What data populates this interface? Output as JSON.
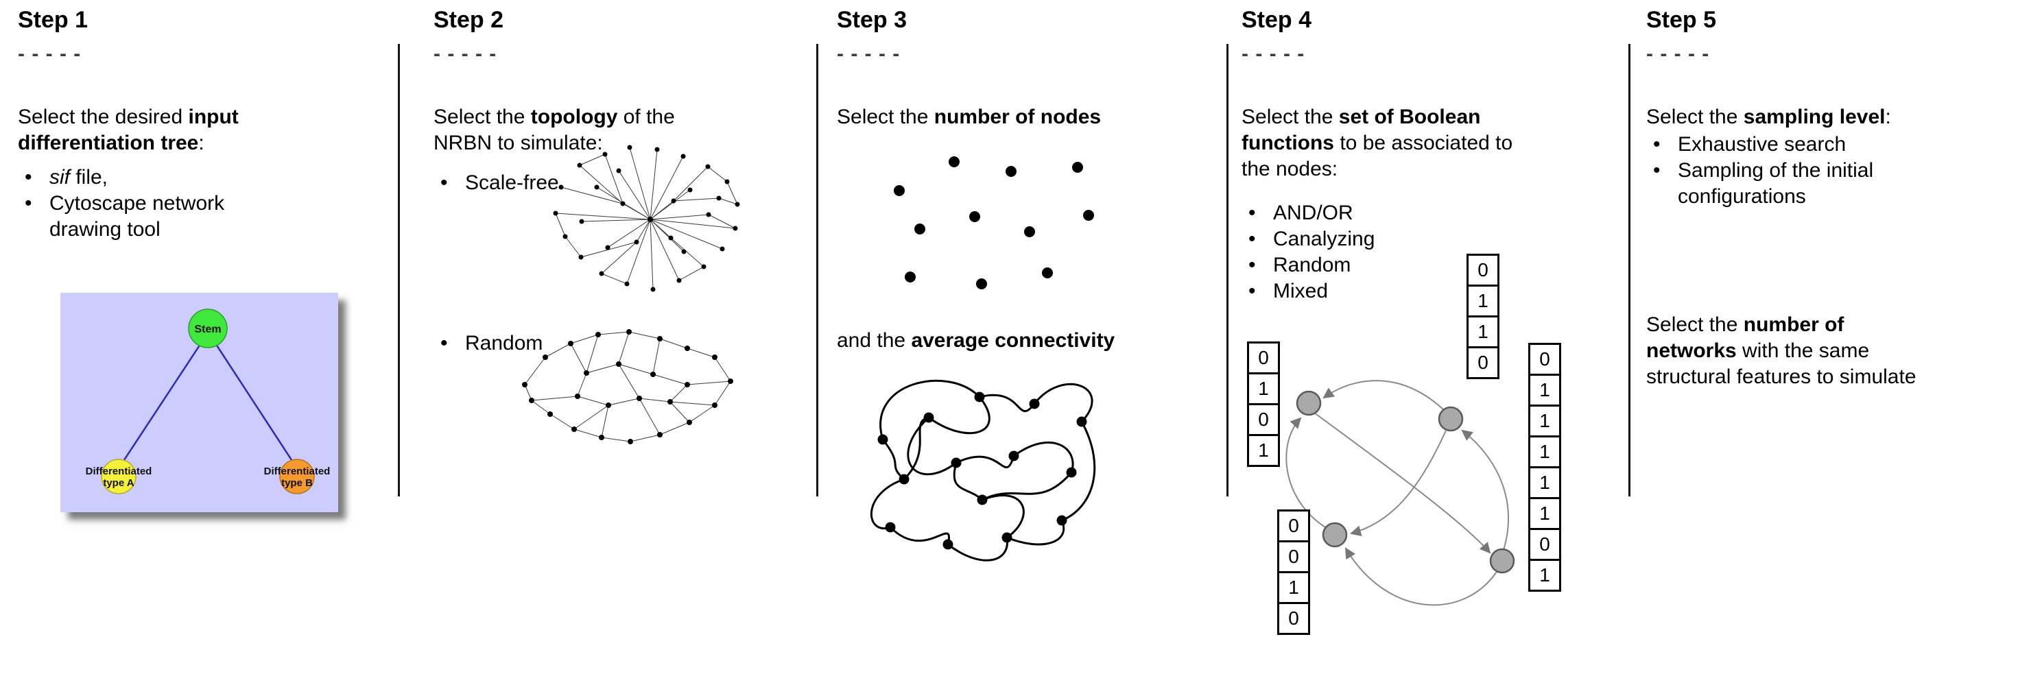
{
  "colors": {
    "tree_bg": "#ccccfe",
    "tree_edge": "#2a2ab8",
    "stem_green": "#3fe83a",
    "type_a_yellow": "#f5f03c",
    "type_b_orange": "#f59a2e",
    "bool_node_gray": "#a9a9a9"
  },
  "step1": {
    "title": "Step 1",
    "dashes": "- - - - -",
    "line1_pre": "Select the desired ",
    "line1_bold": "input",
    "line2_bold": "differentiation tree",
    "line2_post": ":",
    "bullet1_italic": "sif",
    "bullet1_rest": " file,",
    "bullet2_line1": "Cytoscape network",
    "bullet2_line2": "drawing tool",
    "tree": {
      "root": "Stem",
      "leaf_a_line1": "Differentiated",
      "leaf_a_line2": "type A",
      "leaf_b_line1": "Differentiated",
      "leaf_b_line2": "type B"
    }
  },
  "step2": {
    "title": "Step 2",
    "dashes": "- - - - -",
    "line1_pre": "Select the ",
    "line1_bold": "topology",
    "line1_post": " of the",
    "line2": "NRBN to simulate:",
    "bullet1": "Scale-free",
    "bullet2": "Random"
  },
  "step3": {
    "title": "Step 3",
    "dashes": "- - - - -",
    "text1_pre": "Select the ",
    "text1_bold": "number of nodes",
    "text2_pre": "and the ",
    "text2_bold": "average connectivity"
  },
  "step4": {
    "title": "Step 4",
    "dashes": "- - - - -",
    "line1_pre": "Select the ",
    "line1_bold": "set of Boolean",
    "line2_bold": "functions",
    "line2_post": " to be associated to",
    "line3": "the nodes:",
    "bullets": [
      "AND/OR",
      "Canalyzing",
      "Random",
      "Mixed"
    ],
    "tables": {
      "top": [
        "0",
        "1",
        "1",
        "0"
      ],
      "left": [
        "0",
        "1",
        "0",
        "1"
      ],
      "bottom": [
        "0",
        "0",
        "1",
        "0"
      ],
      "right": [
        "0",
        "1",
        "1",
        "1",
        "1",
        "1",
        "0",
        "1"
      ]
    }
  },
  "step5": {
    "title": "Step 5",
    "dashes": "- - - - -",
    "text1_pre": "Select the ",
    "text1_bold": "sampling level",
    "text1_post": ":",
    "bullet1": "Exhaustive search",
    "bullet2_line1": "Sampling of the initial",
    "bullet2_line2": "configurations",
    "text2_l1_pre": "Select the ",
    "text2_l1_bold": "number of",
    "text2_l2_bold": "networks",
    "text2_l2_post": " with the same",
    "text2_l3": "structural features to simulate"
  }
}
